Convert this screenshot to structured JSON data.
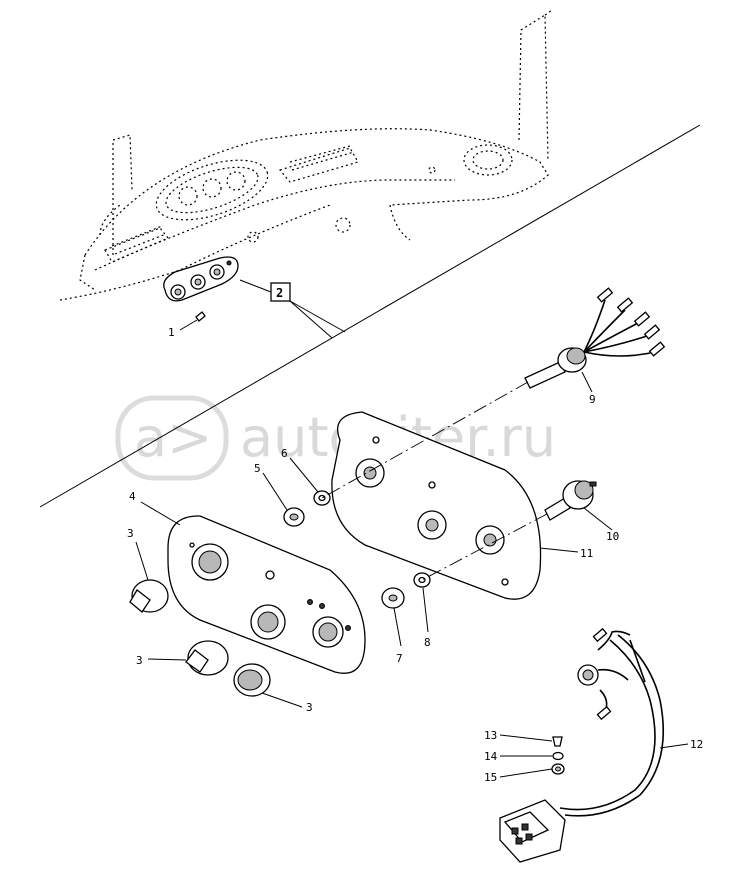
{
  "watermark": {
    "symbol": "a>",
    "text": "autopiter.ru"
  },
  "callouts": [
    {
      "id": "1",
      "label": "1"
    },
    {
      "id": "2",
      "label": "2",
      "boxed": true
    },
    {
      "id": "3a",
      "label": "3"
    },
    {
      "id": "3b",
      "label": "3"
    },
    {
      "id": "3c",
      "label": "3"
    },
    {
      "id": "4",
      "label": "4"
    },
    {
      "id": "5",
      "label": "5"
    },
    {
      "id": "6",
      "label": "6"
    },
    {
      "id": "7",
      "label": "7"
    },
    {
      "id": "8",
      "label": "8"
    },
    {
      "id": "9",
      "label": "9"
    },
    {
      "id": "10",
      "label": "10"
    },
    {
      "id": "11",
      "label": "11"
    },
    {
      "id": "12",
      "label": "12"
    },
    {
      "id": "13",
      "label": "13"
    },
    {
      "id": "14",
      "label": "14"
    },
    {
      "id": "15",
      "label": "15"
    }
  ],
  "parts": [
    {
      "ref": "dashboard",
      "icon": "dashboard-outline-icon"
    },
    {
      "ref": "knob",
      "icon": "rotary-knob-icon"
    },
    {
      "ref": "panel",
      "icon": "control-panel-plate-icon"
    },
    {
      "ref": "switch",
      "icon": "rotary-switch-icon"
    },
    {
      "ref": "harness",
      "icon": "wiring-harness-icon"
    }
  ]
}
